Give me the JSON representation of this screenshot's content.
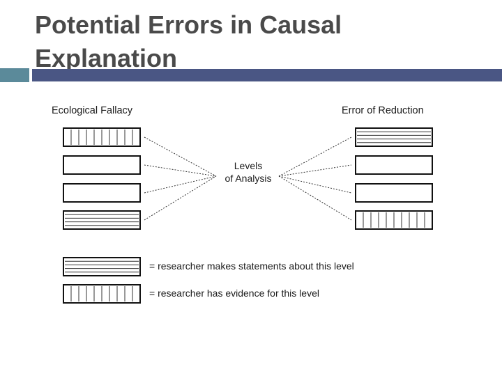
{
  "slide": {
    "title_line1": "Potential Errors in Causal",
    "title_line2": "Explanation"
  },
  "diagram": {
    "left_heading": "Ecological Fallacy",
    "right_heading": "Error of Reduction",
    "center_label_line1": "Levels",
    "center_label_line2": "of Analysis",
    "left_boxes": [
      "evidence",
      "plain",
      "plain",
      "statements"
    ],
    "right_boxes": [
      "statements",
      "plain",
      "plain",
      "evidence"
    ],
    "legend": [
      {
        "pattern": "statements",
        "text": "= researcher makes statements about this level"
      },
      {
        "pattern": "evidence",
        "text": "= researcher has evidence for this level"
      }
    ]
  },
  "colors": {
    "title": "#4a4a4a",
    "accent_square": "#5b8a9a",
    "accent_bar": "#4a5684"
  }
}
